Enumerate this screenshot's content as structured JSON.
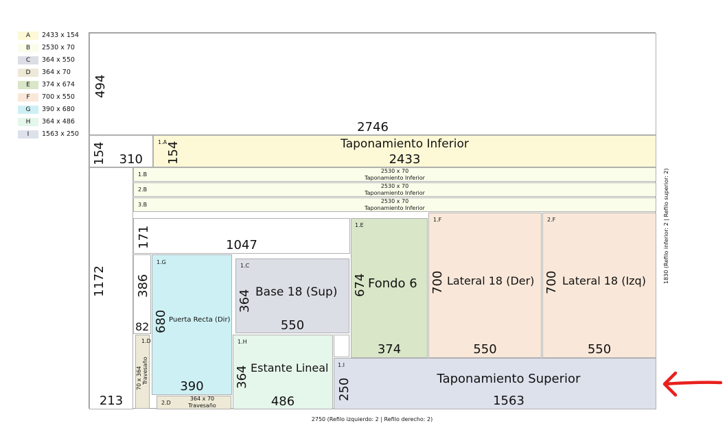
{
  "colors": {
    "A": "#fdf8d6",
    "B": "#fafdea",
    "C": "#dcdee6",
    "D": "#ede9d6",
    "E": "#d9e6c8",
    "F": "#f9e8d9",
    "G": "#cdf0f4",
    "H": "#e5f6ea",
    "I": "#dde1ec",
    "arrow": "#e8201d"
  },
  "legend": [
    {
      "code": "A",
      "dims": "2433 x 154"
    },
    {
      "code": "B",
      "dims": "2530 x 70"
    },
    {
      "code": "C",
      "dims": "364 x 550"
    },
    {
      "code": "D",
      "dims": "364 x 70"
    },
    {
      "code": "E",
      "dims": "374 x 674"
    },
    {
      "code": "F",
      "dims": "700 x 550"
    },
    {
      "code": "G",
      "dims": "390 x 680"
    },
    {
      "code": "H",
      "dims": "364 x 486"
    },
    {
      "code": "I",
      "dims": "1563 x 250"
    }
  ],
  "waste": {
    "top": {
      "w": "2746",
      "h": "494"
    },
    "left_small": {
      "w": "310",
      "h": "154"
    },
    "left_column": {
      "w": "213",
      "h": "1172"
    },
    "middle": {
      "w": "1047",
      "h": "171"
    },
    "mid_left": {
      "h": "386",
      "w": "82"
    }
  },
  "pieces": {
    "1A": {
      "id": "1.A",
      "label": "Taponamiento Inferior",
      "w": "2433",
      "h": "154"
    },
    "1B": {
      "id": "1.B",
      "dims": "2530 x 70",
      "label": "Taponamiento Inferior"
    },
    "2B": {
      "id": "2.B",
      "dims": "2530 x 70",
      "label": "Taponamiento Inferior"
    },
    "3B": {
      "id": "3.B",
      "dims": "2530 x 70",
      "label": "Taponamiento Inferior"
    },
    "1E": {
      "id": "1.E",
      "label": "Fondo 6",
      "h": "674",
      "w": "374"
    },
    "1F": {
      "id": "1.F",
      "label": "Lateral 18 (Der)",
      "h": "700",
      "w": "550"
    },
    "2F": {
      "id": "2.F",
      "label": "Lateral 18 (Izq)",
      "h": "700",
      "w": "550"
    },
    "1G": {
      "id": "1.G",
      "label": "Puerta Recta (Dir)",
      "h": "680",
      "w": "390"
    },
    "1C": {
      "id": "1.C",
      "label": "Base 18  (Sup)",
      "h": "364",
      "w": "550"
    },
    "1D": {
      "id": "1.D",
      "dims": "70 x 364",
      "label": "Travesaño"
    },
    "2D": {
      "id": "2.D",
      "dims": "364 x 70",
      "label": "Travesaño"
    },
    "1H": {
      "id": "1.H",
      "label": "Estante Lineal",
      "h": "364",
      "w": "486"
    },
    "1I": {
      "id": "1.I",
      "label": "Taponamiento Superior",
      "h": "250",
      "w": "1563"
    }
  },
  "captions": {
    "bottom": "2750 (Refilo izquierdo: 2  | Refilo derecho: 2)",
    "right": "1830 (Refilo inferior: 2  | Refilo superior: 2)"
  }
}
